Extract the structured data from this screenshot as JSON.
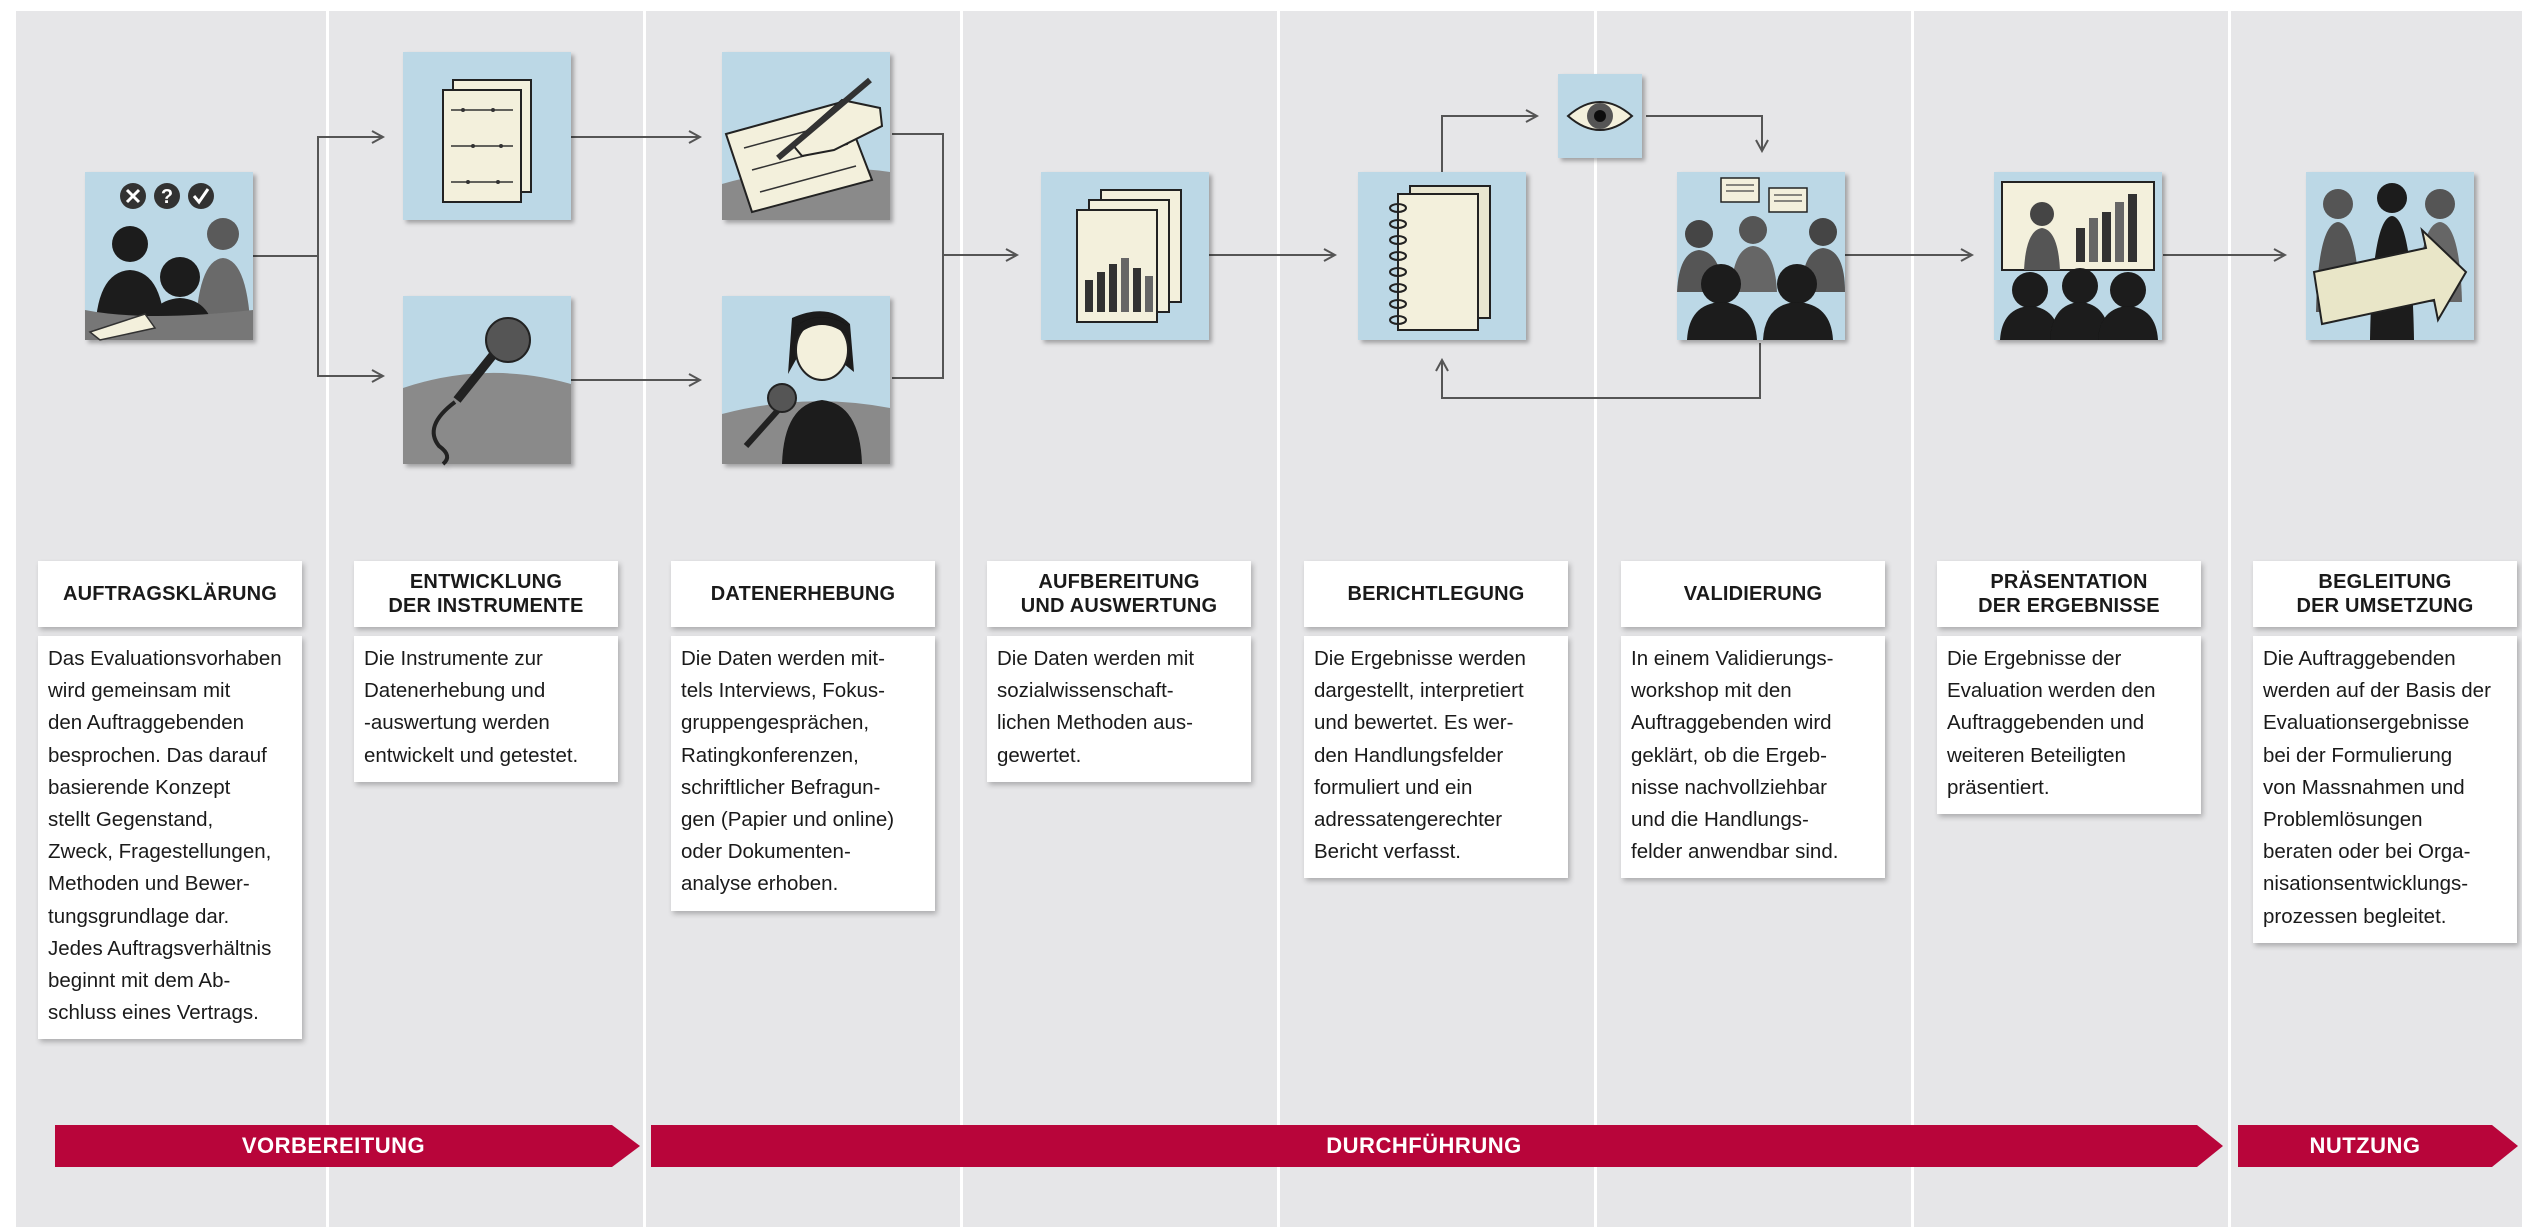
{
  "steps": [
    {
      "title": "AUFTRAGSKLÄRUNG",
      "text": "Das Evaluationsvorhaben\nwird gemeinsam mit\nden Auftraggebenden\nbesprochen. Das darauf\nbasierende Konzept\nstellt Gegenstand,\nZweck, Fragestellungen,\nMethoden und Bewer-\ntungsgrundlage dar.\nJedes Auftragsverhältnis\nbeginnt mit dem Ab-\nschluss eines Vertrags."
    },
    {
      "title": "ENTWICKLUNG\nDER INSTRUMENTE",
      "text": "Die Instrumente zur\nDatenerhebung und\n-auswertung werden\nentwickelt und getestet."
    },
    {
      "title": "DATENERHEBUNG",
      "text": "Die Daten werden mit-\ntels Interviews, Fokus-\ngruppengesprächen,\nRatingkonferenzen,\nschriftlicher Befragun-\ngen (Papier und online)\noder Dokumenten-\nanalyse erhoben."
    },
    {
      "title": "AUFBEREITUNG\nUND AUSWERTUNG",
      "text": "Die Daten werden mit\nsozialwissenschaft-\nlichen Methoden aus-\ngewertet."
    },
    {
      "title": "BERICHTLEGUNG",
      "text": "Die Ergebnisse werden\ndargestellt, interpretiert\nund bewertet. Es wer-\nden Handlungsfelder\nformuliert und ein\nadressatengerechter\nBericht verfasst."
    },
    {
      "title": "VALIDIERUNG",
      "text": "In einem Validierungs-\nworkshop mit den\nAuftraggebenden wird\ngeklärt, ob die Ergeb-\nnisse nachvollziehbar\nund die Handlungs-\nfelder anwendbar sind."
    },
    {
      "title": "PRÄSENTATION\nDER ERGEBNISSE",
      "text": "Die Ergebnisse der\nEvaluation werden den\nAuftraggebenden und\nweiteren Beteiligten\npräsentiert."
    },
    {
      "title": "BEGLEITUNG\nDER UMSETZUNG",
      "text": "Die Auftraggebenden\nwerden auf der Basis der\nEvaluationsergebnisse\nbei der Formulierung\nvon Massnahmen und\nProblemlösungen\nberaten oder bei Orga-\nnisationsentwicklungs-\nprozessen begleitet."
    }
  ],
  "phases": [
    {
      "label": "VORBEREITUNG"
    },
    {
      "label": "DURCHFÜHRUNG"
    },
    {
      "label": "NUTZUNG"
    }
  ],
  "icons": [
    "meeting-icon",
    "documents-icon",
    "microphone-icon",
    "writing-hand-icon",
    "interview-icon",
    "data-analysis-icon",
    "notebook-icon",
    "eye-icon",
    "workshop-icon",
    "presentation-icon",
    "team-arrow-icon"
  ],
  "colors": {
    "background": "#e6e6e8",
    "phase_bar": "#b8053a",
    "icon_bg": "#bcd8e6",
    "arrow": "#555555"
  }
}
